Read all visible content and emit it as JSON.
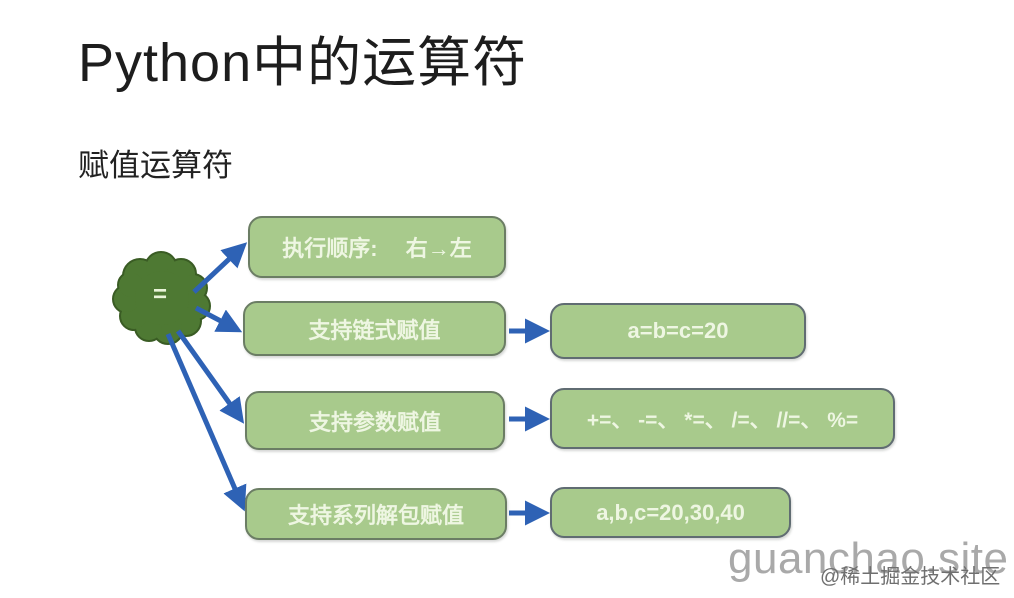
{
  "slide": {
    "title": "Python中的运算符",
    "subtitle": "赋值运算符",
    "cloud": {
      "label": "=",
      "fill_color": "#4e7933",
      "border_color": "#3a5c24"
    },
    "rows": [
      {
        "label": "执行顺序:　 右→左",
        "value": null
      },
      {
        "label": "支持链式赋值",
        "value": "a=b=c=20"
      },
      {
        "label": "支持参数赋值",
        "value": "+=、 -=、 *=、 /=、 //=、 %="
      },
      {
        "label": "支持系列解包赋值",
        "value": "a,b,c=20,30,40"
      }
    ],
    "colors": {
      "box_fill": "#a8ca8c",
      "box_text": "#eef6e2",
      "arrow_blue": "#2e62b5",
      "background": "#ffffff"
    },
    "watermark": {
      "site": "guanchao.site",
      "community": "@稀土掘金技术社区"
    }
  }
}
